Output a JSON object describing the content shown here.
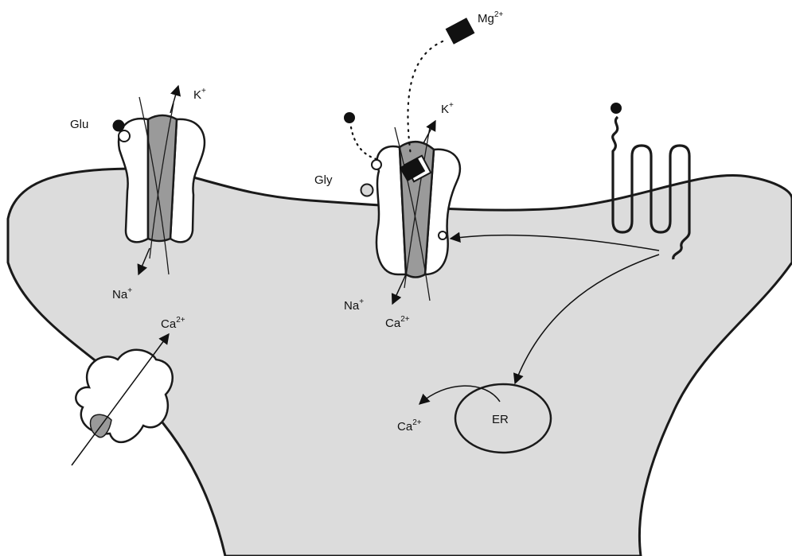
{
  "labels": {
    "glu": "Glu",
    "gly": "Gly",
    "k_left": {
      "base": "K",
      "sup": "+"
    },
    "na_left": {
      "base": "Na",
      "sup": "+"
    },
    "k_mid": {
      "base": "K",
      "sup": "+"
    },
    "na_mid": {
      "base": "Na",
      "sup": "+"
    },
    "ca_mid": {
      "base": "Ca",
      "sup": "2+"
    },
    "mg": {
      "base": "Mg",
      "sup": "2+"
    },
    "ca_vgcc": {
      "base": "Ca",
      "sup": "2+"
    },
    "ca_er": {
      "base": "Ca",
      "sup": "2+"
    },
    "er": "ER"
  },
  "colors": {
    "cytoplasm": "#dcdcdc",
    "pore": "#9a9a9a",
    "outline": "#1a1a1a",
    "background": "#ffffff"
  }
}
